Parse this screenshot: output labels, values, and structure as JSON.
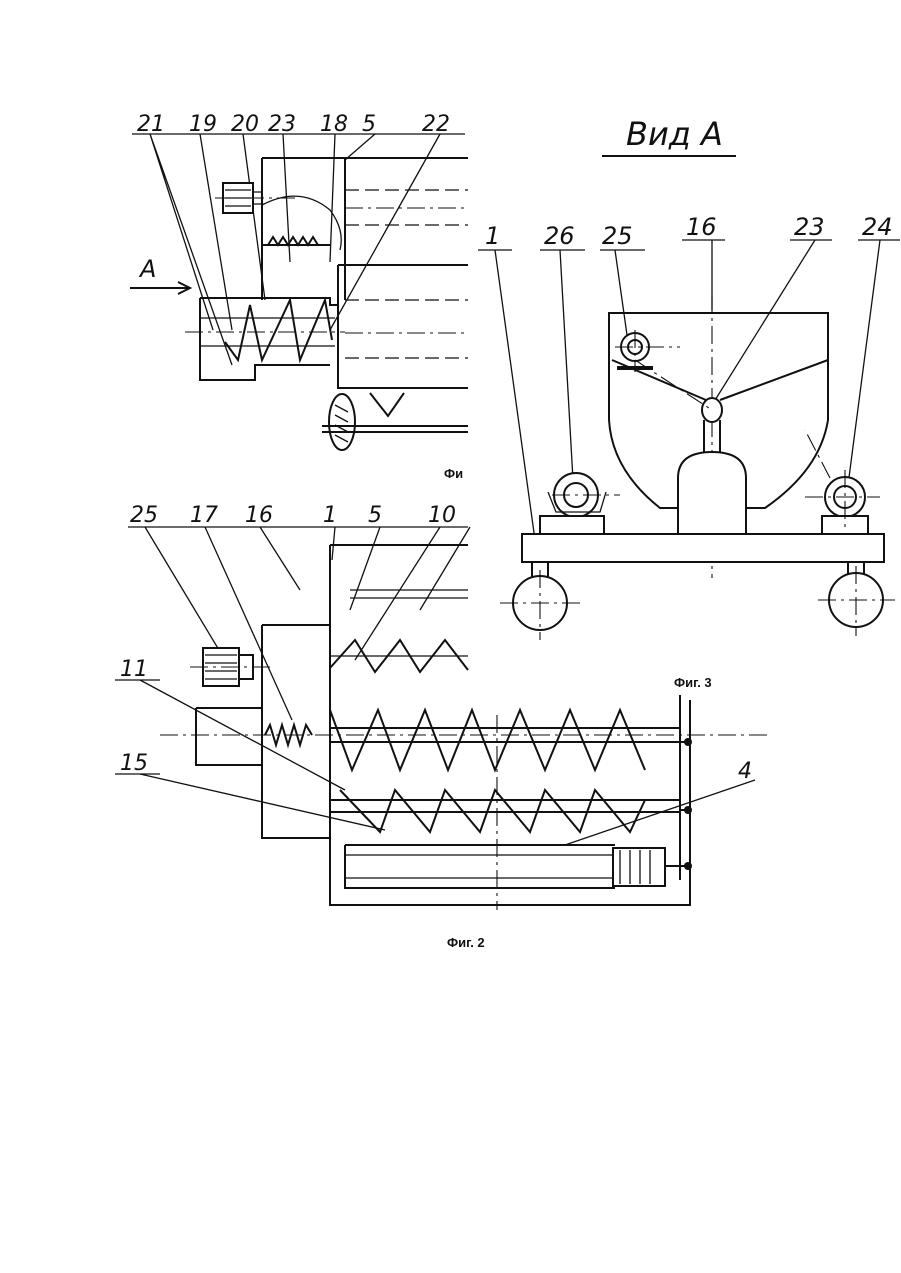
{
  "view_a": {
    "title": "Вид А",
    "labels": [
      "1",
      "26",
      "25",
      "16",
      "23",
      "24"
    ],
    "caption": "Фиг. 3"
  },
  "fig1": {
    "labels": [
      "21",
      "19",
      "20",
      "23",
      "18",
      "5",
      "22"
    ],
    "arrow_label": "А",
    "caption": "Фи"
  },
  "fig2": {
    "labels": [
      "25",
      "17",
      "16",
      "1",
      "5",
      "10",
      "11",
      "15",
      "4"
    ],
    "caption": "Фиг. 2"
  }
}
